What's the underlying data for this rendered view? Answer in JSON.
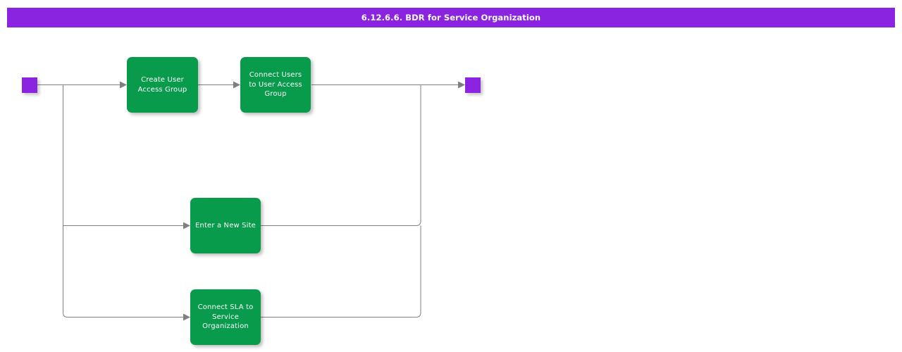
{
  "header": {
    "title": "6.12.6.6. BDR for Service Organization",
    "bar_color": "#8a24e0",
    "text_color": "#ffffff"
  },
  "diagram": {
    "type": "flowchart",
    "background": "#ffffff",
    "node_color": "#089b4b",
    "terminal_color": "#8a24e0",
    "connector_color": "#7f7f7f",
    "start": {
      "name": "start-terminal",
      "label": ""
    },
    "end": {
      "name": "end-terminal",
      "label": ""
    },
    "nodes": [
      {
        "id": "create-user-access-group",
        "label": "Create User\nAccess Group"
      },
      {
        "id": "connect-users-to-user-access-group",
        "label": "Connect Users\nto User Access\nGroup"
      },
      {
        "id": "enter-a-new-site",
        "label": "Enter a New Site"
      },
      {
        "id": "connect-sla-to-service-organization",
        "label": "Connect SLA to\nService\nOrganization"
      }
    ],
    "edges": [
      {
        "from": "start",
        "to": "create-user-access-group"
      },
      {
        "from": "create-user-access-group",
        "to": "connect-users-to-user-access-group"
      },
      {
        "from": "connect-users-to-user-access-group",
        "to": "end"
      },
      {
        "from": "start",
        "to": "enter-a-new-site"
      },
      {
        "from": "start",
        "to": "connect-sla-to-service-organization"
      },
      {
        "from": "enter-a-new-site",
        "to": "end"
      },
      {
        "from": "connect-sla-to-service-organization",
        "to": "end"
      }
    ]
  }
}
